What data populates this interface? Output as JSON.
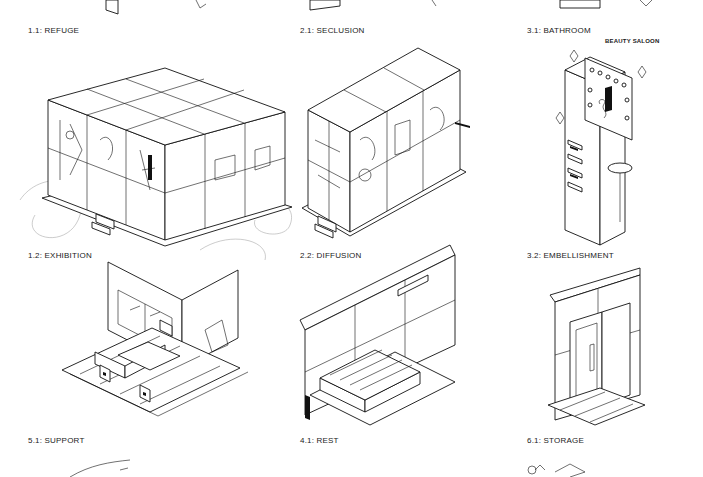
{
  "diagram": {
    "labels": [
      "1.1: REFUGE",
      "2.1: SECLUSION",
      "3.1: BATHROOM",
      "1.2: EXHIBITION",
      "2.2: DIFFUSION",
      "3.2: EMBELLISHMENT",
      "5.1: SUPPORT",
      "4.1: REST",
      "6.1: STORAGE",
      "BEAUTY SALOON"
    ]
  }
}
